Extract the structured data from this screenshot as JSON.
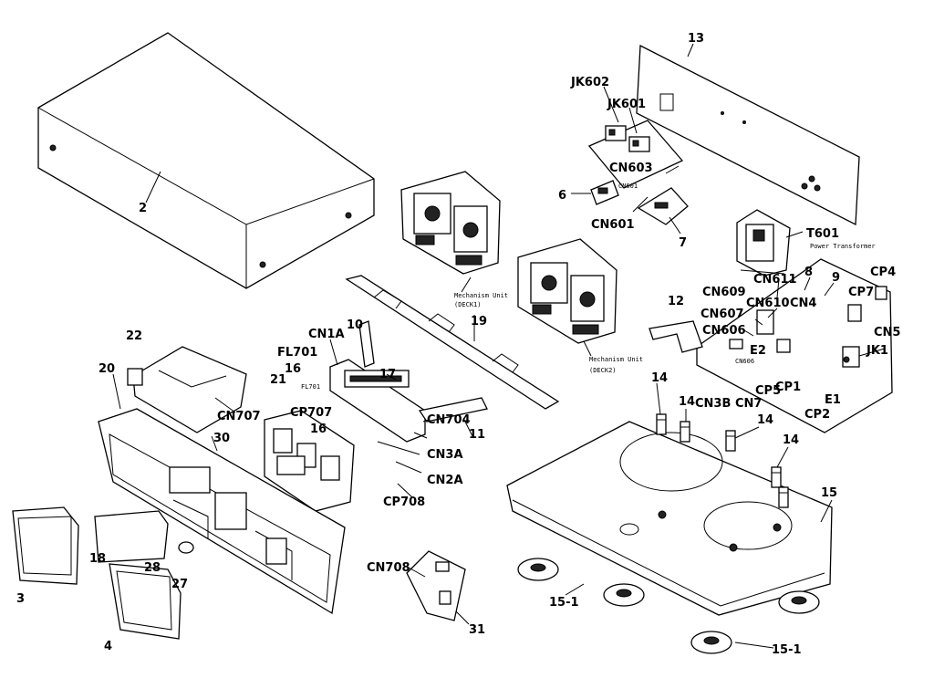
{
  "labels": {
    "p2": "2",
    "p13": "13",
    "jk602": "JK602",
    "jk601": "JK601",
    "cn603": "CN603",
    "cn601small": "CN601",
    "p6": "6",
    "cn601": "CN601",
    "p7": "7",
    "t601": "T601",
    "power_transformer": "Power Transformer",
    "cp4": "CP4",
    "p8": "8",
    "p9": "9",
    "cn609": "CN609",
    "cn611": "CN611",
    "cp7": "CP7",
    "p12": "12",
    "cn610": "CN610",
    "cn4": "CN4",
    "cn607": "CN607",
    "cn5": "CN5",
    "cn606": "CN606",
    "e2": "E2",
    "jk1": "JK1",
    "cn606small": "CN606",
    "cp5": "CP5",
    "cp1": "CP1",
    "e1": "E1",
    "cn3b": "CN3B",
    "cn7": "CN7",
    "cp2": "CP2",
    "p14a": "14",
    "p14b": "14",
    "p14c": "14",
    "p14d": "14",
    "p15": "15",
    "p15_1a": "15-1",
    "p15_1b": "15-1",
    "mech_deck1_a": "Mechanism Unit",
    "mech_deck1_b": "(DECK1)",
    "mech_deck2_a": "Mechanism Unit",
    "mech_deck2_b": "(DECK2)",
    "p19": "19",
    "cn1a": "CN1A",
    "p10": "10",
    "fl701": "FL701",
    "p16a": "16",
    "fl701small": "FL701",
    "p17": "17",
    "p21": "21",
    "cp707": "CP707",
    "p16b": "16",
    "cn704": "CN704",
    "p11": "11",
    "cn3a": "CN3A",
    "cn2a": "CN2A",
    "cp708": "CP708",
    "p22": "22",
    "p20": "20",
    "cn707": "CN707",
    "p30": "30",
    "p18": "18",
    "p28": "28",
    "p27": "27",
    "p3": "3",
    "p4": "4",
    "cn708": "CN708",
    "p31": "31"
  }
}
